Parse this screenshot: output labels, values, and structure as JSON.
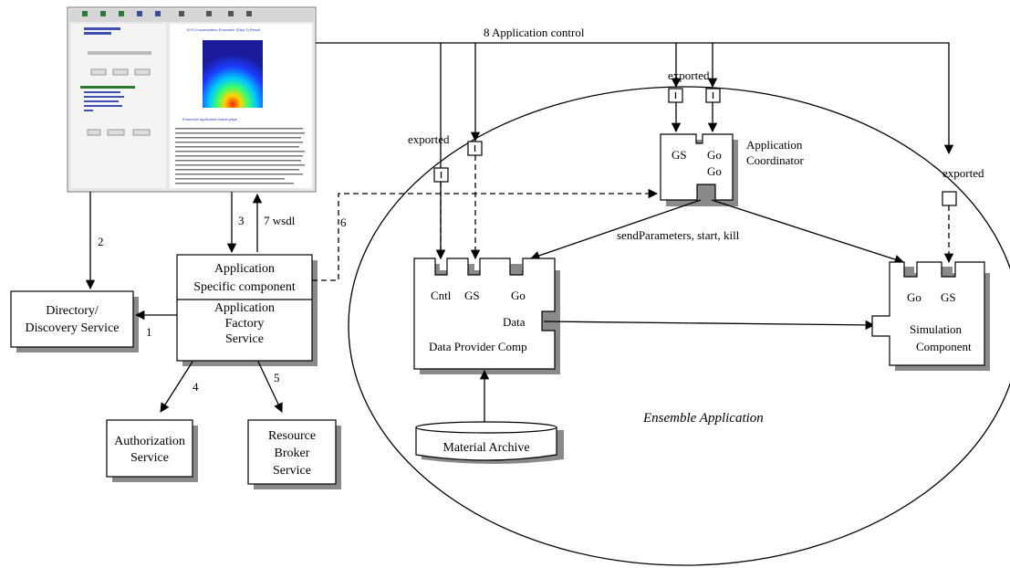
{
  "portal_screenshot": {
    "title": "10^5 Concentration Ensemble (Step 3) Result",
    "subtitle": "Ensemble application status page",
    "toolbar_buttons": [
      "Back",
      "Forward",
      "Refresh",
      "Home",
      "Search",
      "Bookmark",
      "Print",
      "Stop",
      "Help"
    ]
  },
  "edges": {
    "e2": "2",
    "e3": "3",
    "e7": "7 wsdl",
    "e6": "6",
    "e1": "1",
    "e4": "4",
    "e5": "5",
    "e8": "8 Application control",
    "coord_to_comps": "sendParameters, start, kill"
  },
  "exported_labels": [
    "exported",
    "exported",
    "exported"
  ],
  "components": {
    "directory": {
      "line1": "Directory/",
      "line2": "Discovery Service"
    },
    "factory": {
      "top_line1": "Application",
      "top_line2": "Specific component",
      "bottom_line1": "Application",
      "bottom_line2": "Factory",
      "bottom_line3": "Service"
    },
    "authorization": {
      "line1": "Authorization",
      "line2": "Service"
    },
    "broker": {
      "line1": "Resource",
      "line2": "Broker",
      "line3": "Service"
    },
    "coordinator": {
      "port_gs": "GS",
      "port_go1": "Go",
      "port_go2": "Go",
      "name_line1": "Application",
      "name_line2": "Coordinator"
    },
    "data_provider": {
      "port_cntl": "Cntl",
      "port_gs": "GS",
      "port_go": "Go",
      "port_data": "Data",
      "name": "Data Provider Comp"
    },
    "simulation": {
      "port_go": "Go",
      "port_gs": "GS",
      "name_line1": "Simulation",
      "name_line2": "Component"
    },
    "archive": {
      "name": "Material Archive"
    }
  },
  "ensemble_label": "Ensemble Application"
}
